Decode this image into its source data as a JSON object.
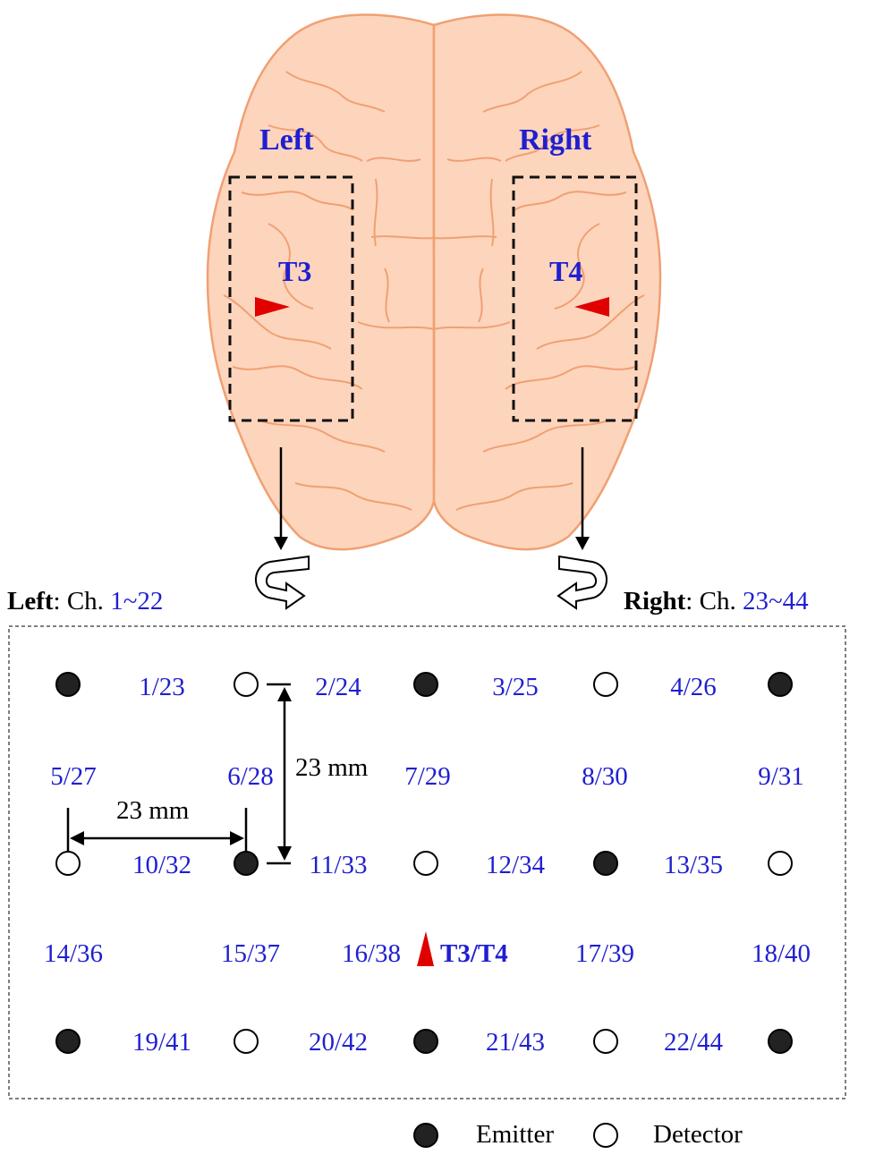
{
  "brain": {
    "left_label": "Left",
    "right_label": "Right",
    "left_point": "T3",
    "right_point": "T4"
  },
  "captions": {
    "left_bold": "Left",
    "left_rest": ": Ch. ",
    "left_range": "1~22",
    "right_bold": "Right",
    "right_rest": ": Ch. ",
    "right_range": "23~44"
  },
  "grid": {
    "optode_rows": [
      [
        "emitter",
        "detector",
        "emitter",
        "detector",
        "emitter"
      ],
      [
        "detector",
        "emitter",
        "detector",
        "emitter",
        "detector"
      ],
      [
        "emitter",
        "detector",
        "emitter",
        "detector",
        "emitter"
      ]
    ],
    "channels": [
      {
        "label": "1/23"
      },
      {
        "label": "2/24"
      },
      {
        "label": "3/25"
      },
      {
        "label": "4/26"
      },
      {
        "label": "5/27"
      },
      {
        "label": "6/28"
      },
      {
        "label": "7/29"
      },
      {
        "label": "8/30"
      },
      {
        "label": "9/31"
      },
      {
        "label": "10/32"
      },
      {
        "label": "11/33"
      },
      {
        "label": "12/34"
      },
      {
        "label": "13/35"
      },
      {
        "label": "14/36"
      },
      {
        "label": "15/37"
      },
      {
        "label": "16/38"
      },
      {
        "label": "17/39"
      },
      {
        "label": "18/40"
      },
      {
        "label": "19/41"
      },
      {
        "label": "20/42"
      },
      {
        "label": "21/43"
      },
      {
        "label": "22/44"
      }
    ],
    "vertical_dim": "23 mm",
    "horizontal_dim": "23 mm",
    "marker_label": "T3/T4"
  },
  "legend": {
    "emitter": "Emitter",
    "detector": "Detector"
  },
  "colors": {
    "brain_fill": "#fdd5bd",
    "brain_stroke": "#f0a073",
    "text_blue": "#1f1fd0",
    "marker_red": "#e00000"
  }
}
